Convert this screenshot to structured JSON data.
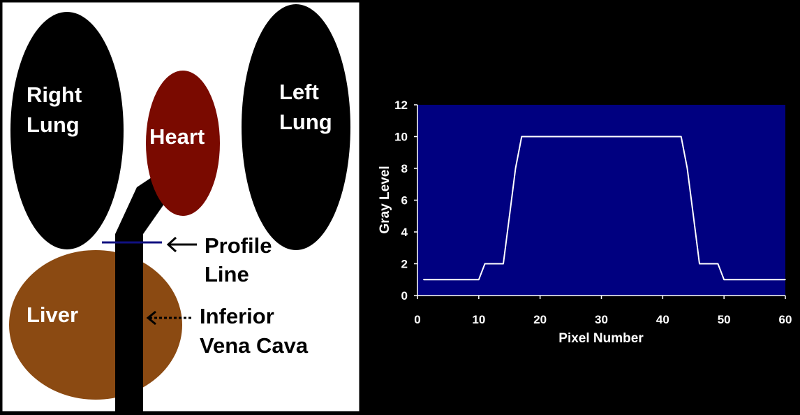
{
  "diagram": {
    "colors": {
      "panel_background": "#ffffff",
      "lung": "#000000",
      "heart": "#7a0a00",
      "liver": "#8b4a12",
      "vena_cava": "#000000",
      "profile_line": "#101080",
      "label_on_dark": "#ffffff",
      "label_on_light": "#000000"
    },
    "labels": {
      "right_lung_line1": "Right",
      "right_lung_line2": "Lung",
      "left_lung_line1": "Left",
      "left_lung_line2": "Lung",
      "heart": "Heart",
      "liver": "Liver",
      "profile_line1": "Profile",
      "profile_line2": "Line",
      "ivc_line1": "Inferior",
      "ivc_line2": "Vena Cava"
    }
  },
  "chart_data": {
    "type": "line",
    "title": "",
    "xlabel": "Pixel Number",
    "ylabel": "Gray Level",
    "xlim": [
      0,
      60
    ],
    "ylim": [
      0,
      12
    ],
    "x_ticks": [
      "0",
      "10",
      "20",
      "30",
      "40",
      "50",
      "60"
    ],
    "y_ticks": [
      "0",
      "2",
      "4",
      "6",
      "8",
      "10",
      "12"
    ],
    "grid": false,
    "plot_background": "#000080",
    "line_color": "#ffffff",
    "series": [
      {
        "x": [
          1,
          10,
          11,
          12,
          13,
          14,
          15,
          16,
          17,
          18,
          20,
          30,
          40,
          42,
          43,
          44,
          45,
          46,
          47,
          48,
          49,
          50,
          51,
          60
        ],
        "values": [
          1,
          1,
          2,
          2,
          2,
          2,
          5,
          8,
          10,
          10,
          10,
          10,
          10,
          10,
          10,
          8,
          5,
          2,
          2,
          2,
          2,
          1,
          1,
          1
        ]
      }
    ]
  }
}
